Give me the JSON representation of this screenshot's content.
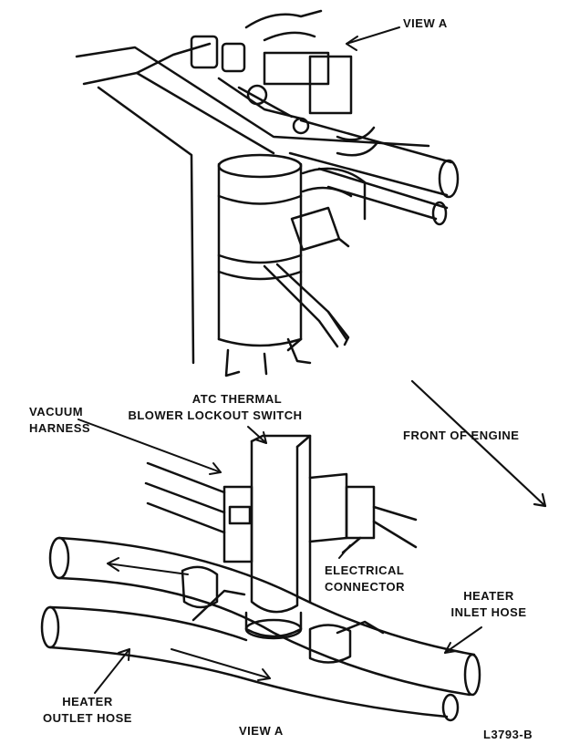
{
  "labels": {
    "view_a_top": "VIEW A",
    "atc_line1": "ATC THERMAL",
    "atc_line2": "BLOWER LOCKOUT SWITCH",
    "vacuum_line1": "VACUUM",
    "vacuum_line2": "HARNESS",
    "front_of_engine": "FRONT OF ENGINE",
    "electrical_line1": "ELECTRICAL",
    "electrical_line2": "CONNECTOR",
    "heater_inlet_line1": "HEATER",
    "heater_inlet_line2": "INLET HOSE",
    "heater_outlet_line1": "HEATER",
    "heater_outlet_line2": "OUTLET HOSE",
    "view_a_bottom": "VIEW A",
    "figure_code": "L3793-B"
  },
  "colors": {
    "ink": "#111111",
    "paper": "#ffffff"
  }
}
